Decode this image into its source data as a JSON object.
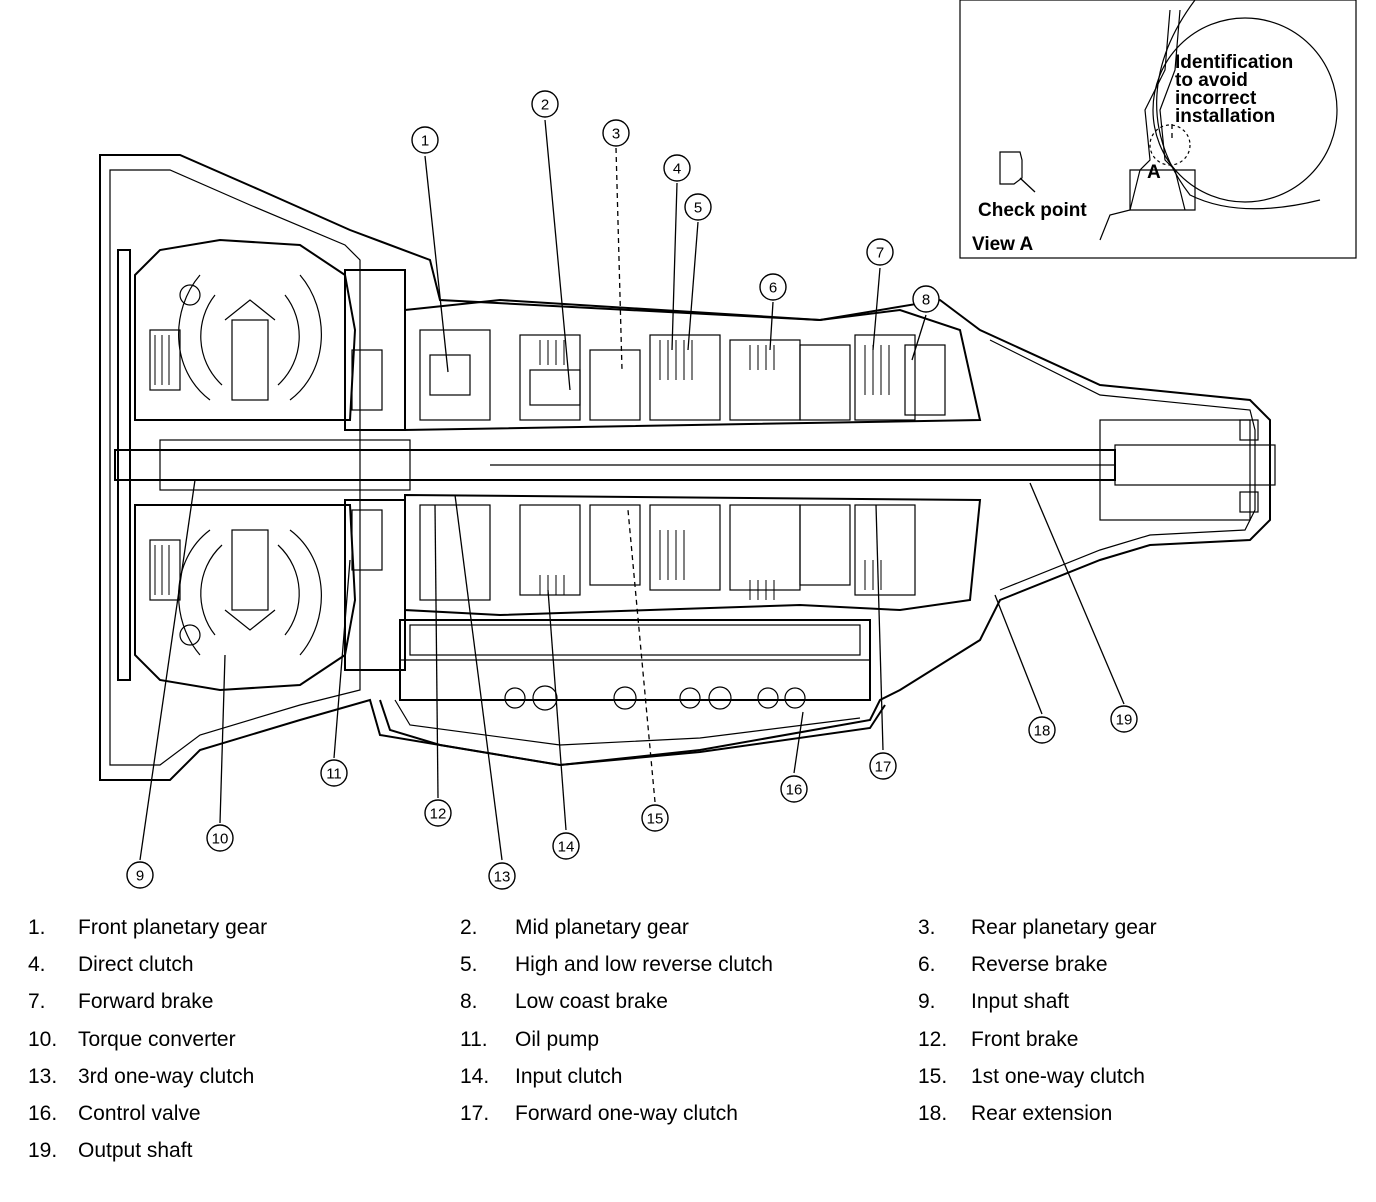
{
  "inset": {
    "identification_text": [
      "Identification",
      "to avoid",
      "incorrect",
      "installation"
    ],
    "check_point_label": "Check point",
    "view_label": "View A",
    "marker_letter": "A"
  },
  "callouts": [
    {
      "id": "1",
      "label": "1"
    },
    {
      "id": "2",
      "label": "2"
    },
    {
      "id": "3",
      "label": "3"
    },
    {
      "id": "4",
      "label": "4"
    },
    {
      "id": "5",
      "label": "5"
    },
    {
      "id": "6",
      "label": "6"
    },
    {
      "id": "7",
      "label": "7"
    },
    {
      "id": "8",
      "label": "8"
    },
    {
      "id": "9",
      "label": "9"
    },
    {
      "id": "10",
      "label": "10"
    },
    {
      "id": "11",
      "label": "11"
    },
    {
      "id": "12",
      "label": "12"
    },
    {
      "id": "13",
      "label": "13"
    },
    {
      "id": "14",
      "label": "14"
    },
    {
      "id": "15",
      "label": "15"
    },
    {
      "id": "16",
      "label": "16"
    },
    {
      "id": "17",
      "label": "17"
    },
    {
      "id": "18",
      "label": "18"
    },
    {
      "id": "19",
      "label": "19"
    }
  ],
  "legend": [
    {
      "num": "1.",
      "label": "Front planetary gear"
    },
    {
      "num": "2.",
      "label": "Mid planetary gear"
    },
    {
      "num": "3.",
      "label": "Rear planetary gear"
    },
    {
      "num": "4.",
      "label": "Direct clutch"
    },
    {
      "num": "5.",
      "label": "High and low reverse clutch"
    },
    {
      "num": "6.",
      "label": "Reverse brake"
    },
    {
      "num": "7.",
      "label": "Forward brake"
    },
    {
      "num": "8.",
      "label": "Low coast brake"
    },
    {
      "num": "9.",
      "label": "Input shaft"
    },
    {
      "num": "10.",
      "label": "Torque converter"
    },
    {
      "num": "11.",
      "label": "Oil pump"
    },
    {
      "num": "12.",
      "label": "Front brake"
    },
    {
      "num": "13.",
      "label": "3rd one-way clutch"
    },
    {
      "num": "14.",
      "label": "Input clutch"
    },
    {
      "num": "15.",
      "label": "1st one-way clutch"
    },
    {
      "num": "16.",
      "label": "Control valve"
    },
    {
      "num": "17.",
      "label": "Forward one-way clutch"
    },
    {
      "num": "18.",
      "label": "Rear extension"
    },
    {
      "num": "19.",
      "label": "Output shaft"
    }
  ]
}
